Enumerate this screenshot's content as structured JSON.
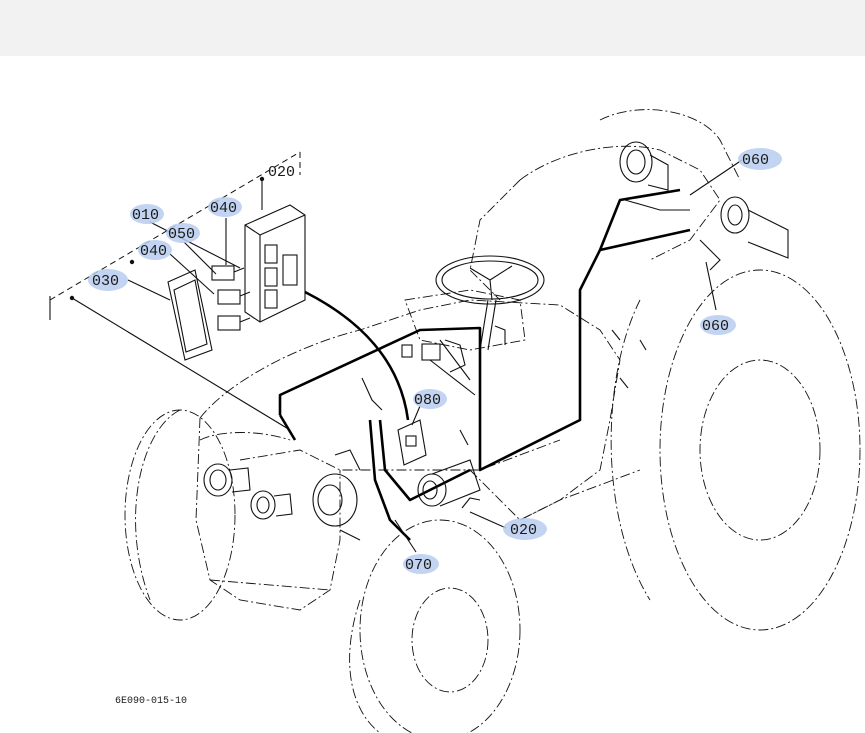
{
  "diagram": {
    "drawing_code": "6E090-015-10",
    "callouts": [
      {
        "id": "c-020-top",
        "label": "020",
        "highlighted": false
      },
      {
        "id": "c-010",
        "label": "010",
        "highlighted": true
      },
      {
        "id": "c-040-a",
        "label": "040",
        "highlighted": true
      },
      {
        "id": "c-050",
        "label": "050",
        "highlighted": true
      },
      {
        "id": "c-040-b",
        "label": "040",
        "highlighted": true
      },
      {
        "id": "c-030",
        "label": "030",
        "highlighted": true
      },
      {
        "id": "c-060-a",
        "label": "060",
        "highlighted": true
      },
      {
        "id": "c-060-b",
        "label": "060",
        "highlighted": true
      },
      {
        "id": "c-080",
        "label": "080",
        "highlighted": true
      },
      {
        "id": "c-020-b",
        "label": "020",
        "highlighted": true
      },
      {
        "id": "c-070",
        "label": "070",
        "highlighted": true
      }
    ],
    "highlight_color": "#b7cdef"
  }
}
